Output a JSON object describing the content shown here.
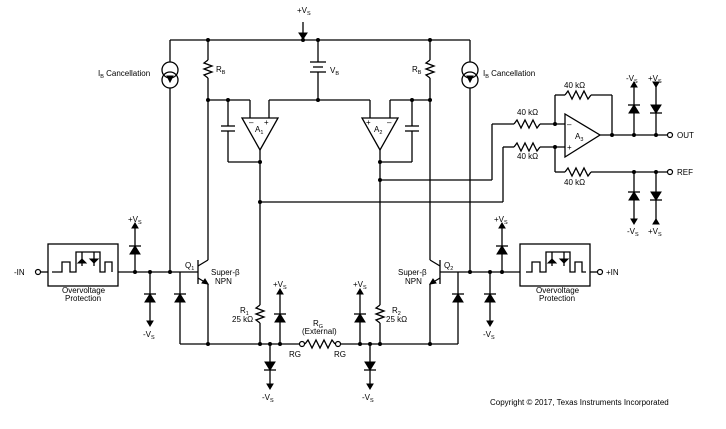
{
  "supplies": {
    "top": "+V",
    "top_sub": "S",
    "pos": "+V",
    "pos_sub": "S",
    "neg": "-V",
    "neg_sub": "S"
  },
  "labels": {
    "ib_left": "I",
    "ib_left_sub": "B",
    "ib_left_rest": " Cancellation",
    "ib_right": "I",
    "ib_right_sub": "B",
    "ib_right_rest": " Cancellation",
    "rb_left": "R",
    "rb_left_sub": "B",
    "rb_right": "R",
    "rb_right_sub": "B",
    "vb": "V",
    "vb_sub": "B",
    "a1": "A",
    "a1_sub": "1",
    "a2": "A",
    "a2_sub": "2",
    "a3": "A",
    "a3_sub": "3",
    "r_a3_top": "40 kΩ",
    "r_a3_in1": "40 kΩ",
    "r_a3_in2": "40 kΩ",
    "r_a3_bot": "40 kΩ",
    "out": "OUT",
    "ref": "REF",
    "in_neg": "-IN",
    "in_pos": "+IN",
    "ovp_left_1": "Overvoltage",
    "ovp_left_2": "Protection",
    "ovp_right_1": "Overvoltage",
    "ovp_right_2": "Protection",
    "q1": "Q",
    "q1_sub": "1",
    "q2": "Q",
    "q2_sub": "2",
    "super_beta_left_1": "Super-β",
    "super_beta_left_2": "NPN",
    "super_beta_right_1": "Super-β",
    "super_beta_right_2": "NPN",
    "r1": "R",
    "r1_sub": "1",
    "r1_val": "25 kΩ",
    "r2": "R",
    "r2_sub": "2",
    "r2_val": "25 kΩ",
    "rg": "R",
    "rg_sub": "G",
    "rg_ext": "(External)",
    "rg_pin_left": "RG",
    "rg_pin_right": "RG",
    "plus": "+",
    "minus": "–"
  },
  "copyright": "Copyright © 2017, Texas Instruments Incorporated"
}
